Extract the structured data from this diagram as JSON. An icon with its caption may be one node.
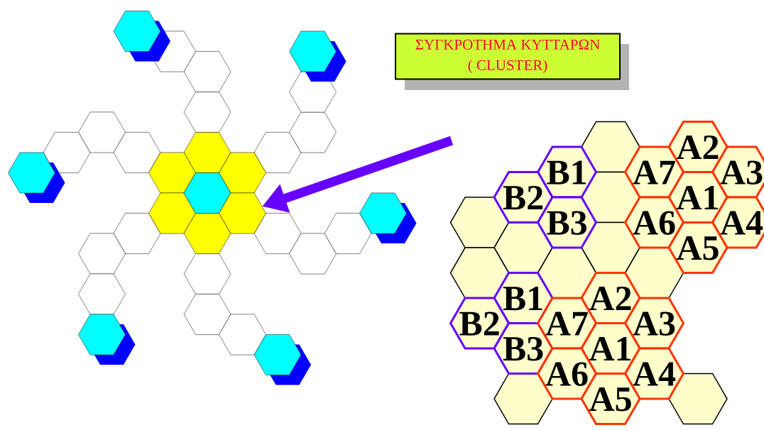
{
  "diagram": {
    "nodes": [
      {
        "text": [
          "ΣΥΓΚΡΟΤΗΜΑ ΚΥΤΤΑΡΩΝ",
          "( CLUSTER)"
        ]
      },
      {
        "text": [],
        "shape": "hexagon"
      },
      {
        "text": [],
        "shape": "hexagon"
      },
      {
        "text": [
          "A2"
        ]
      },
      {
        "text": [
          "B1"
        ]
      },
      {
        "text": [
          "A7"
        ]
      },
      {
        "text": [
          "A3"
        ]
      },
      {
        "text": [
          "B2"
        ]
      },
      {
        "text": [],
        "shape": "hexagon"
      },
      {
        "text": [
          "A1"
        ]
      },
      {
        "text": [],
        "shape": "hexagon"
      },
      {
        "text": [
          "B3"
        ]
      },
      {
        "text": [
          "A6"
        ]
      },
      {
        "text": [
          "A4"
        ]
      },
      {
        "text": [],
        "shape": "hexagon"
      },
      {
        "text": [],
        "shape": "hexagon"
      },
      {
        "text": [
          "A5"
        ]
      },
      {
        "text": [],
        "shape": "hexagon"
      },
      {
        "text": [],
        "shape": "hexagon"
      },
      {
        "text": [],
        "shape": "hexagon"
      },
      {
        "text": [
          "B1"
        ]
      },
      {
        "text": [
          "A2"
        ]
      },
      {
        "text": [
          "B2"
        ]
      },
      {
        "text": [
          "A7"
        ]
      },
      {
        "text": [
          "A3"
        ]
      },
      {
        "text": [
          "B3"
        ]
      },
      {
        "text": [
          "A1"
        ]
      },
      {
        "text": [
          "A6"
        ]
      },
      {
        "text": [
          "A4"
        ]
      },
      {
        "text": [],
        "shape": "hexagon"
      },
      {
        "text": [
          "A5"
        ]
      },
      {
        "text": [],
        "shape": "hexagon"
      }
    ],
    "edges": [
      {
        "from": null,
        "to": 1,
        "arrow": "to"
      }
    ]
  }
}
